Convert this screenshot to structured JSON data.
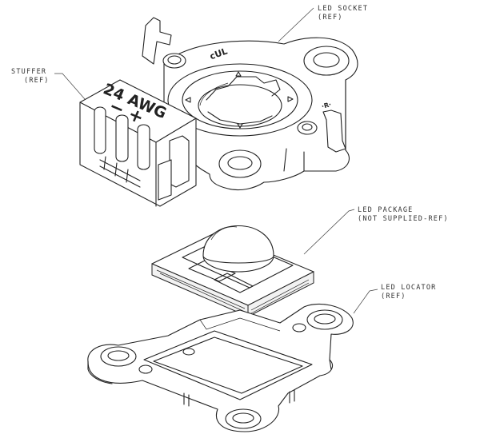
{
  "callouts": {
    "led_socket": {
      "line1": "LED SOCKET",
      "line2": "(REF)"
    },
    "stuffer": {
      "line1": "STUFFER",
      "line2": "(REF)"
    },
    "led_package": {
      "line1": "LED PACKAGE",
      "line2": "(NOT SUPPLIED-REF)"
    },
    "led_locator": {
      "line1": "LED LOCATOR",
      "line2": "(REF)"
    }
  },
  "embossed": {
    "wire_gauge": "24 AWG",
    "polarity": "− +"
  }
}
